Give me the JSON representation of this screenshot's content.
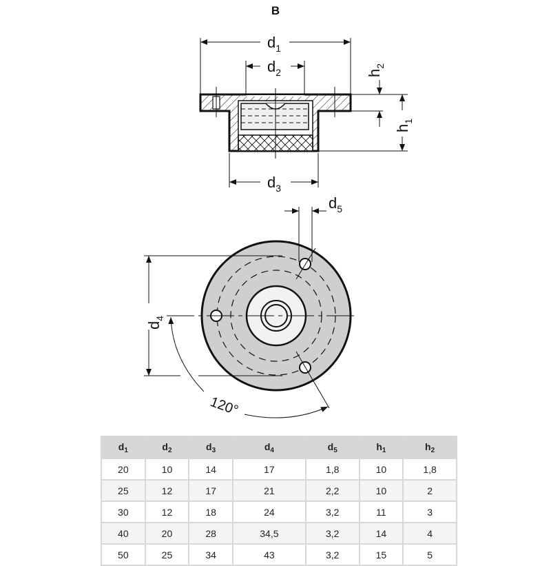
{
  "view_label": "B",
  "dimension_labels": {
    "d1": {
      "base": "d",
      "sub": "1"
    },
    "d2": {
      "base": "d",
      "sub": "2"
    },
    "d3": {
      "base": "d",
      "sub": "3"
    },
    "d4": {
      "base": "d",
      "sub": "4"
    },
    "d5": {
      "base": "d",
      "sub": "5"
    },
    "h1": {
      "base": "h",
      "sub": "1"
    },
    "h2": {
      "base": "h",
      "sub": "2"
    },
    "angle": "120°"
  },
  "colors": {
    "line": "#111111",
    "disc_fill": "#cfcfcf",
    "inner_fill": "#f2f2f2",
    "header_fill": "#d6d6d6"
  },
  "table": {
    "headers": [
      {
        "base": "d",
        "sub": "1"
      },
      {
        "base": "d",
        "sub": "2"
      },
      {
        "base": "d",
        "sub": "3"
      },
      {
        "base": "d",
        "sub": "4"
      },
      {
        "base": "d",
        "sub": "5"
      },
      {
        "base": "h",
        "sub": "1"
      },
      {
        "base": "h",
        "sub": "2"
      }
    ],
    "rows": [
      [
        "20",
        "10",
        "14",
        "17",
        "1,8",
        "10",
        "1,8"
      ],
      [
        "25",
        "12",
        "17",
        "21",
        "2,2",
        "10",
        "2"
      ],
      [
        "30",
        "12",
        "18",
        "24",
        "3,2",
        "11",
        "3"
      ],
      [
        "40",
        "20",
        "28",
        "34,5",
        "3,2",
        "14",
        "4"
      ],
      [
        "50",
        "25",
        "34",
        "43",
        "3,2",
        "15",
        "5"
      ]
    ]
  }
}
